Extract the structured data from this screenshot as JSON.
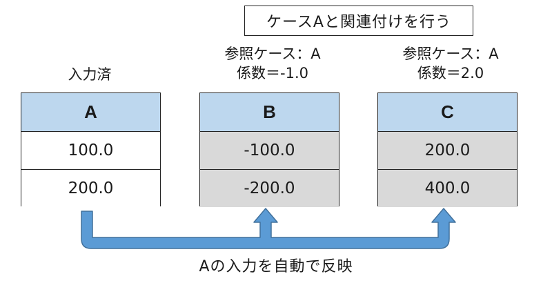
{
  "header": {
    "title": "ケースAと関連付けを行う"
  },
  "labels": {
    "a_status": "入力済",
    "b_ref_line1": "参照ケース：A",
    "b_ref_line2": "係数＝-1.0",
    "c_ref_line1": "参照ケース：A",
    "c_ref_line2": "係数＝2.0"
  },
  "tables": {
    "a": {
      "header": "A",
      "rows": [
        "100.0",
        "200.0"
      ]
    },
    "b": {
      "header": "B",
      "rows": [
        "-100.0",
        "-200.0"
      ]
    },
    "c": {
      "header": "C",
      "rows": [
        "200.0",
        "400.0"
      ]
    }
  },
  "footer": {
    "caption": "Aの入力を自動で反映"
  },
  "colors": {
    "header_fill": "#bdd7ee",
    "grey_fill": "#d9d9d9",
    "arrow_fill": "#5b9bd5",
    "arrow_stroke": "#41719c"
  }
}
